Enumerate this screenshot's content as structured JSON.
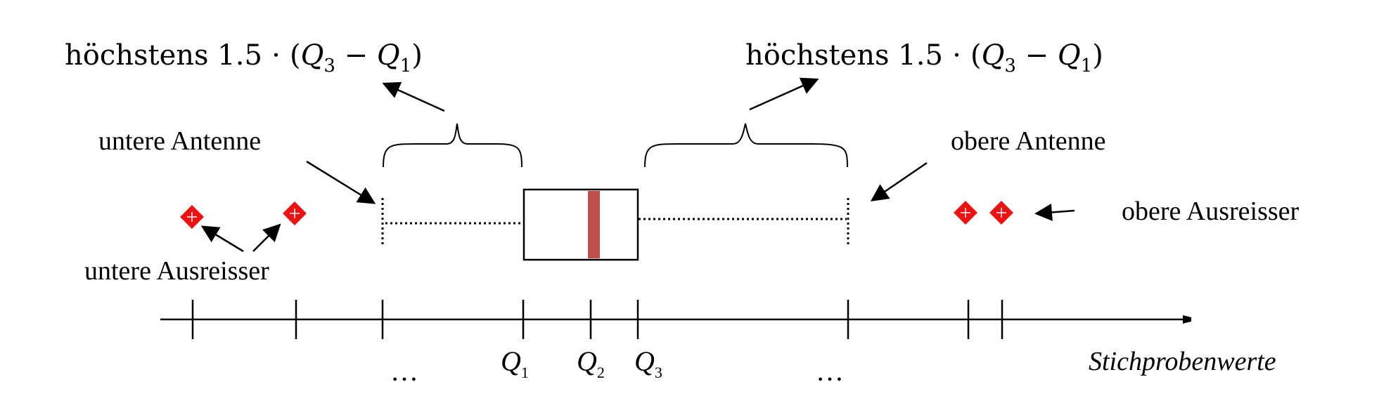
{
  "labels": {
    "iqr_left": "höchstens 1.5 ⋅ (",
    "iqr_right": "höchstens 1.5 ⋅ (",
    "q3": "Q",
    "q3_sub": "3",
    "minus": " − ",
    "q1": "Q",
    "q1_sub": "1",
    "close_paren": ")",
    "lower_whisker": "untere Antenne",
    "upper_whisker": "obere Antenne",
    "lower_outliers": "untere Ausreisser",
    "upper_outliers": "obere Ausreisser",
    "axis_label": "Stichprobenwerte",
    "ellipsis_left": "…",
    "ellipsis_right": "…",
    "tick_q1": "Q",
    "tick_q1_sub": "1",
    "tick_q2": "Q",
    "tick_q2_sub": "2",
    "tick_q3": "Q",
    "tick_q3_sub": "3"
  },
  "colors": {
    "outlier": "#ee1111",
    "median": "#c0504d",
    "line": "#000000"
  }
}
